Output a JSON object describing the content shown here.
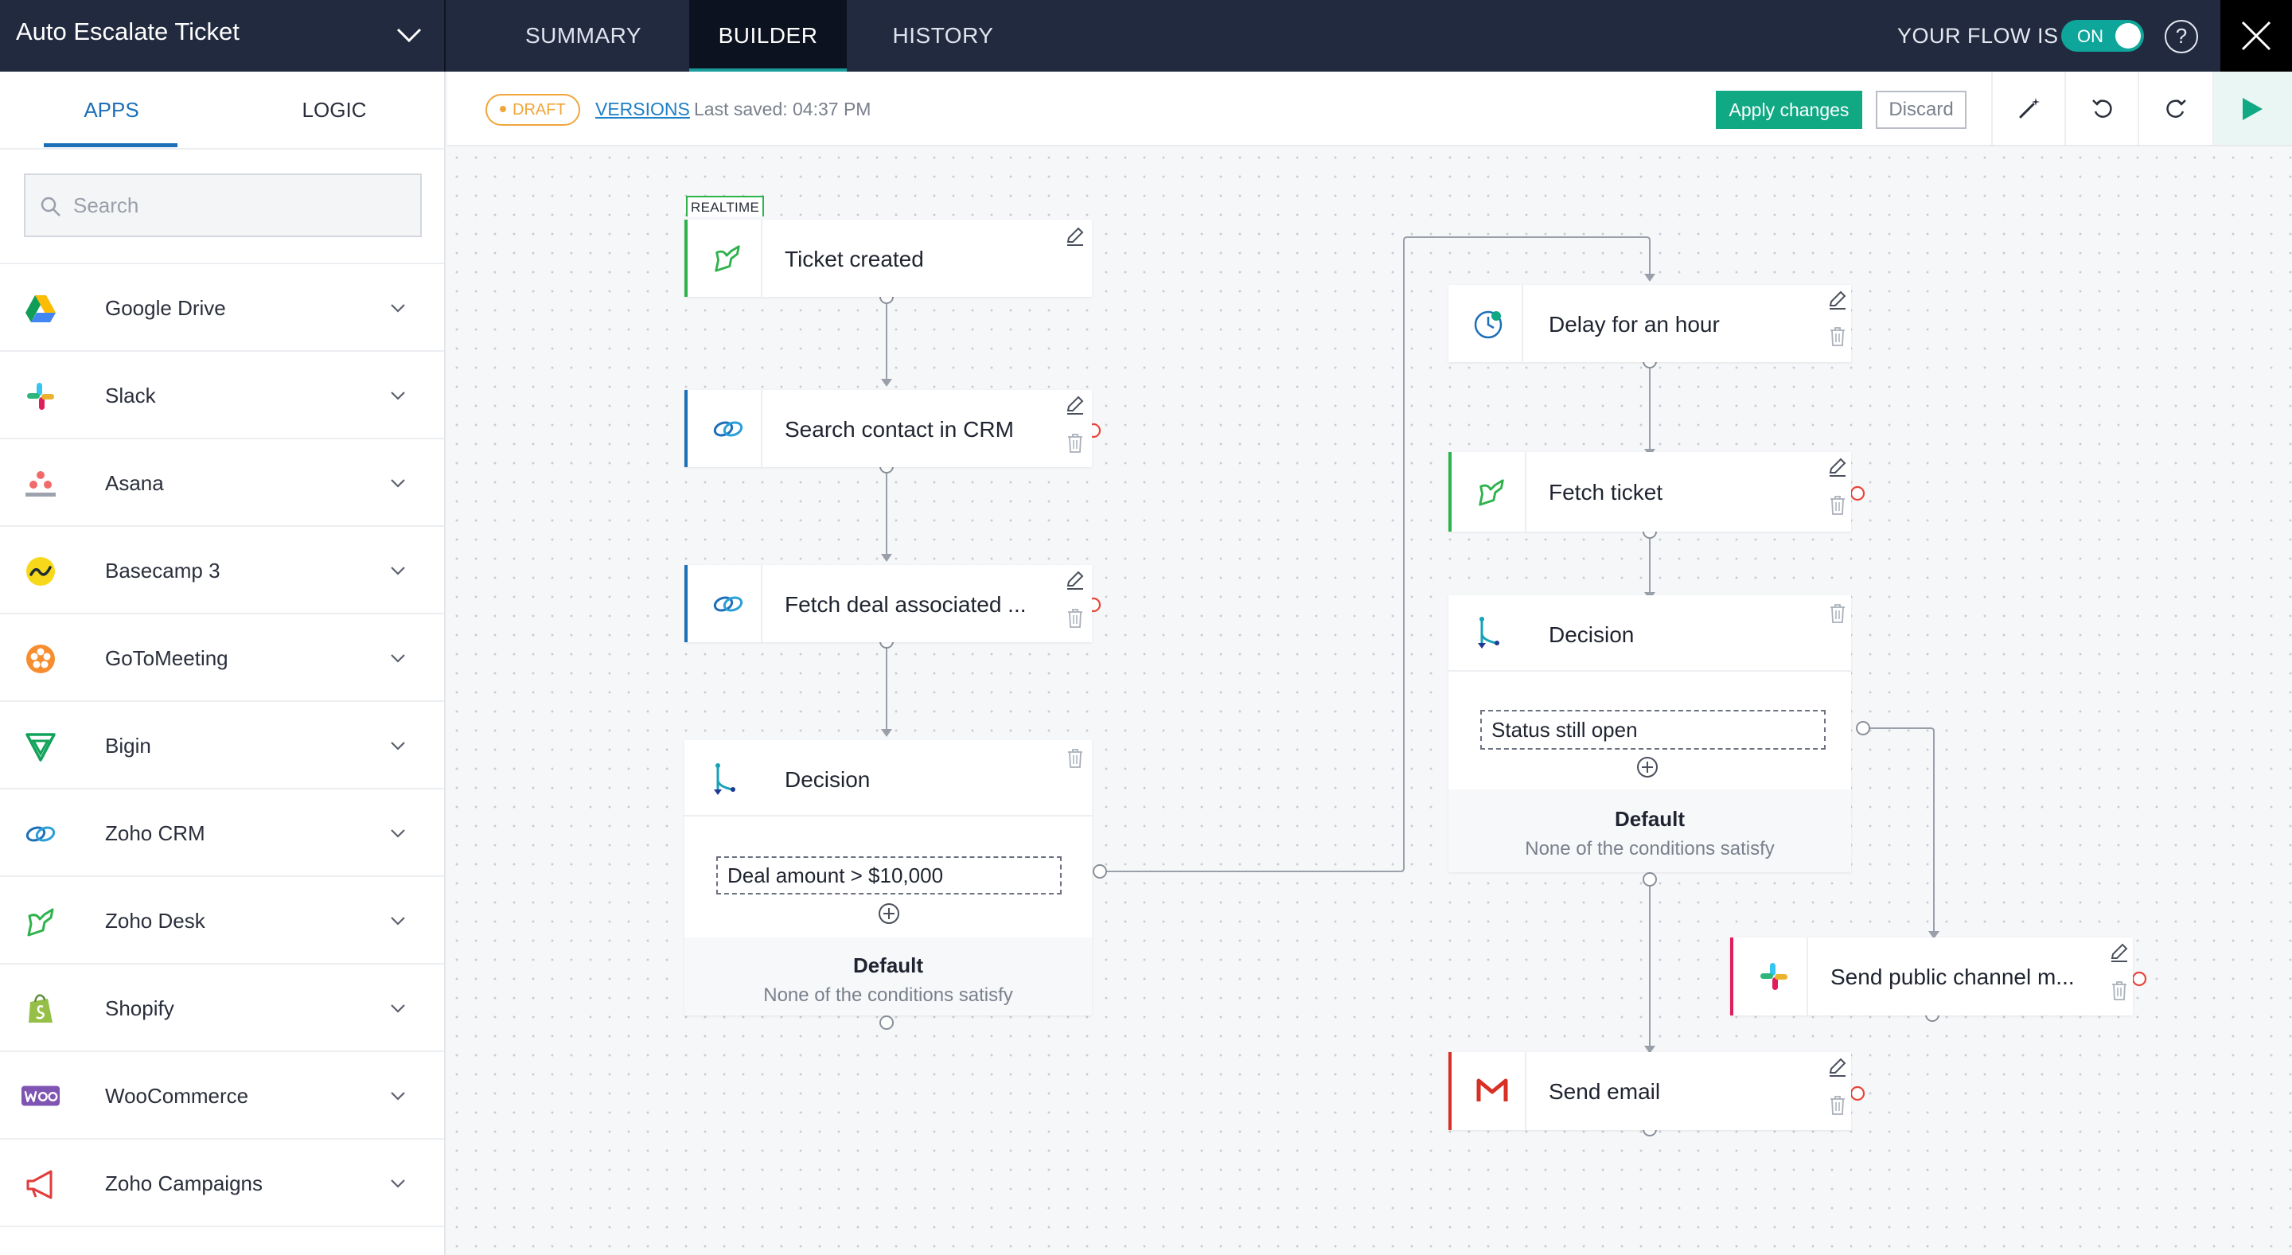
{
  "header": {
    "flow_title": "Auto Escalate Ticket",
    "tabs": [
      {
        "label": "SUMMARY",
        "active": false
      },
      {
        "label": "BUILDER",
        "active": true
      },
      {
        "label": "HISTORY",
        "active": false
      }
    ],
    "flow_status_label": "YOUR FLOW IS",
    "toggle_label": "ON",
    "help_label": "?"
  },
  "sidebar": {
    "tabs": [
      {
        "label": "APPS",
        "active": true
      },
      {
        "label": "LOGIC",
        "active": false
      }
    ],
    "search_placeholder": "Search",
    "apps": [
      {
        "label": "Google Drive",
        "icon": "google-drive-icon"
      },
      {
        "label": "Slack",
        "icon": "slack-icon"
      },
      {
        "label": "Asana",
        "icon": "asana-icon"
      },
      {
        "label": "Basecamp 3",
        "icon": "basecamp-icon"
      },
      {
        "label": "GoToMeeting",
        "icon": "gotomeeting-icon"
      },
      {
        "label": "Bigin",
        "icon": "bigin-icon"
      },
      {
        "label": "Zoho CRM",
        "icon": "zoho-crm-icon"
      },
      {
        "label": "Zoho Desk",
        "icon": "zoho-desk-icon"
      },
      {
        "label": "Shopify",
        "icon": "shopify-icon"
      },
      {
        "label": "WooCommerce",
        "icon": "woocommerce-icon"
      },
      {
        "label": "Zoho Campaigns",
        "icon": "zoho-campaigns-icon"
      }
    ]
  },
  "subheader": {
    "draft_label": "DRAFT",
    "versions_label": "VERSIONS",
    "last_saved": "Last saved: 04:37 PM",
    "apply_label": "Apply changes",
    "discard_label": "Discard"
  },
  "flow": {
    "trigger_tag": "REALTIME",
    "ticket_created": "Ticket created",
    "search_contact": "Search contact in CRM",
    "fetch_deal": "Fetch deal associated ...",
    "decision1": {
      "title": "Decision",
      "condition": "Deal amount > $10,000",
      "default_title": "Default",
      "default_sub": "None of the conditions satisfy"
    },
    "delay": "Delay for an hour",
    "fetch_ticket": "Fetch ticket",
    "decision2": {
      "title": "Decision",
      "condition": "Status still open",
      "default_title": "Default",
      "default_sub": "None of the conditions satisfy"
    },
    "send_slack": "Send public channel m...",
    "send_email": "Send email"
  },
  "colors": {
    "topbar": "#222a3f",
    "desk_green": "#2eb24b",
    "crm_blue": "#1d6fb8",
    "slack_red": "#e01e5a",
    "gmail_red": "#d93025",
    "apply_green": "#11a984",
    "draft_orange": "#f0a63b"
  }
}
